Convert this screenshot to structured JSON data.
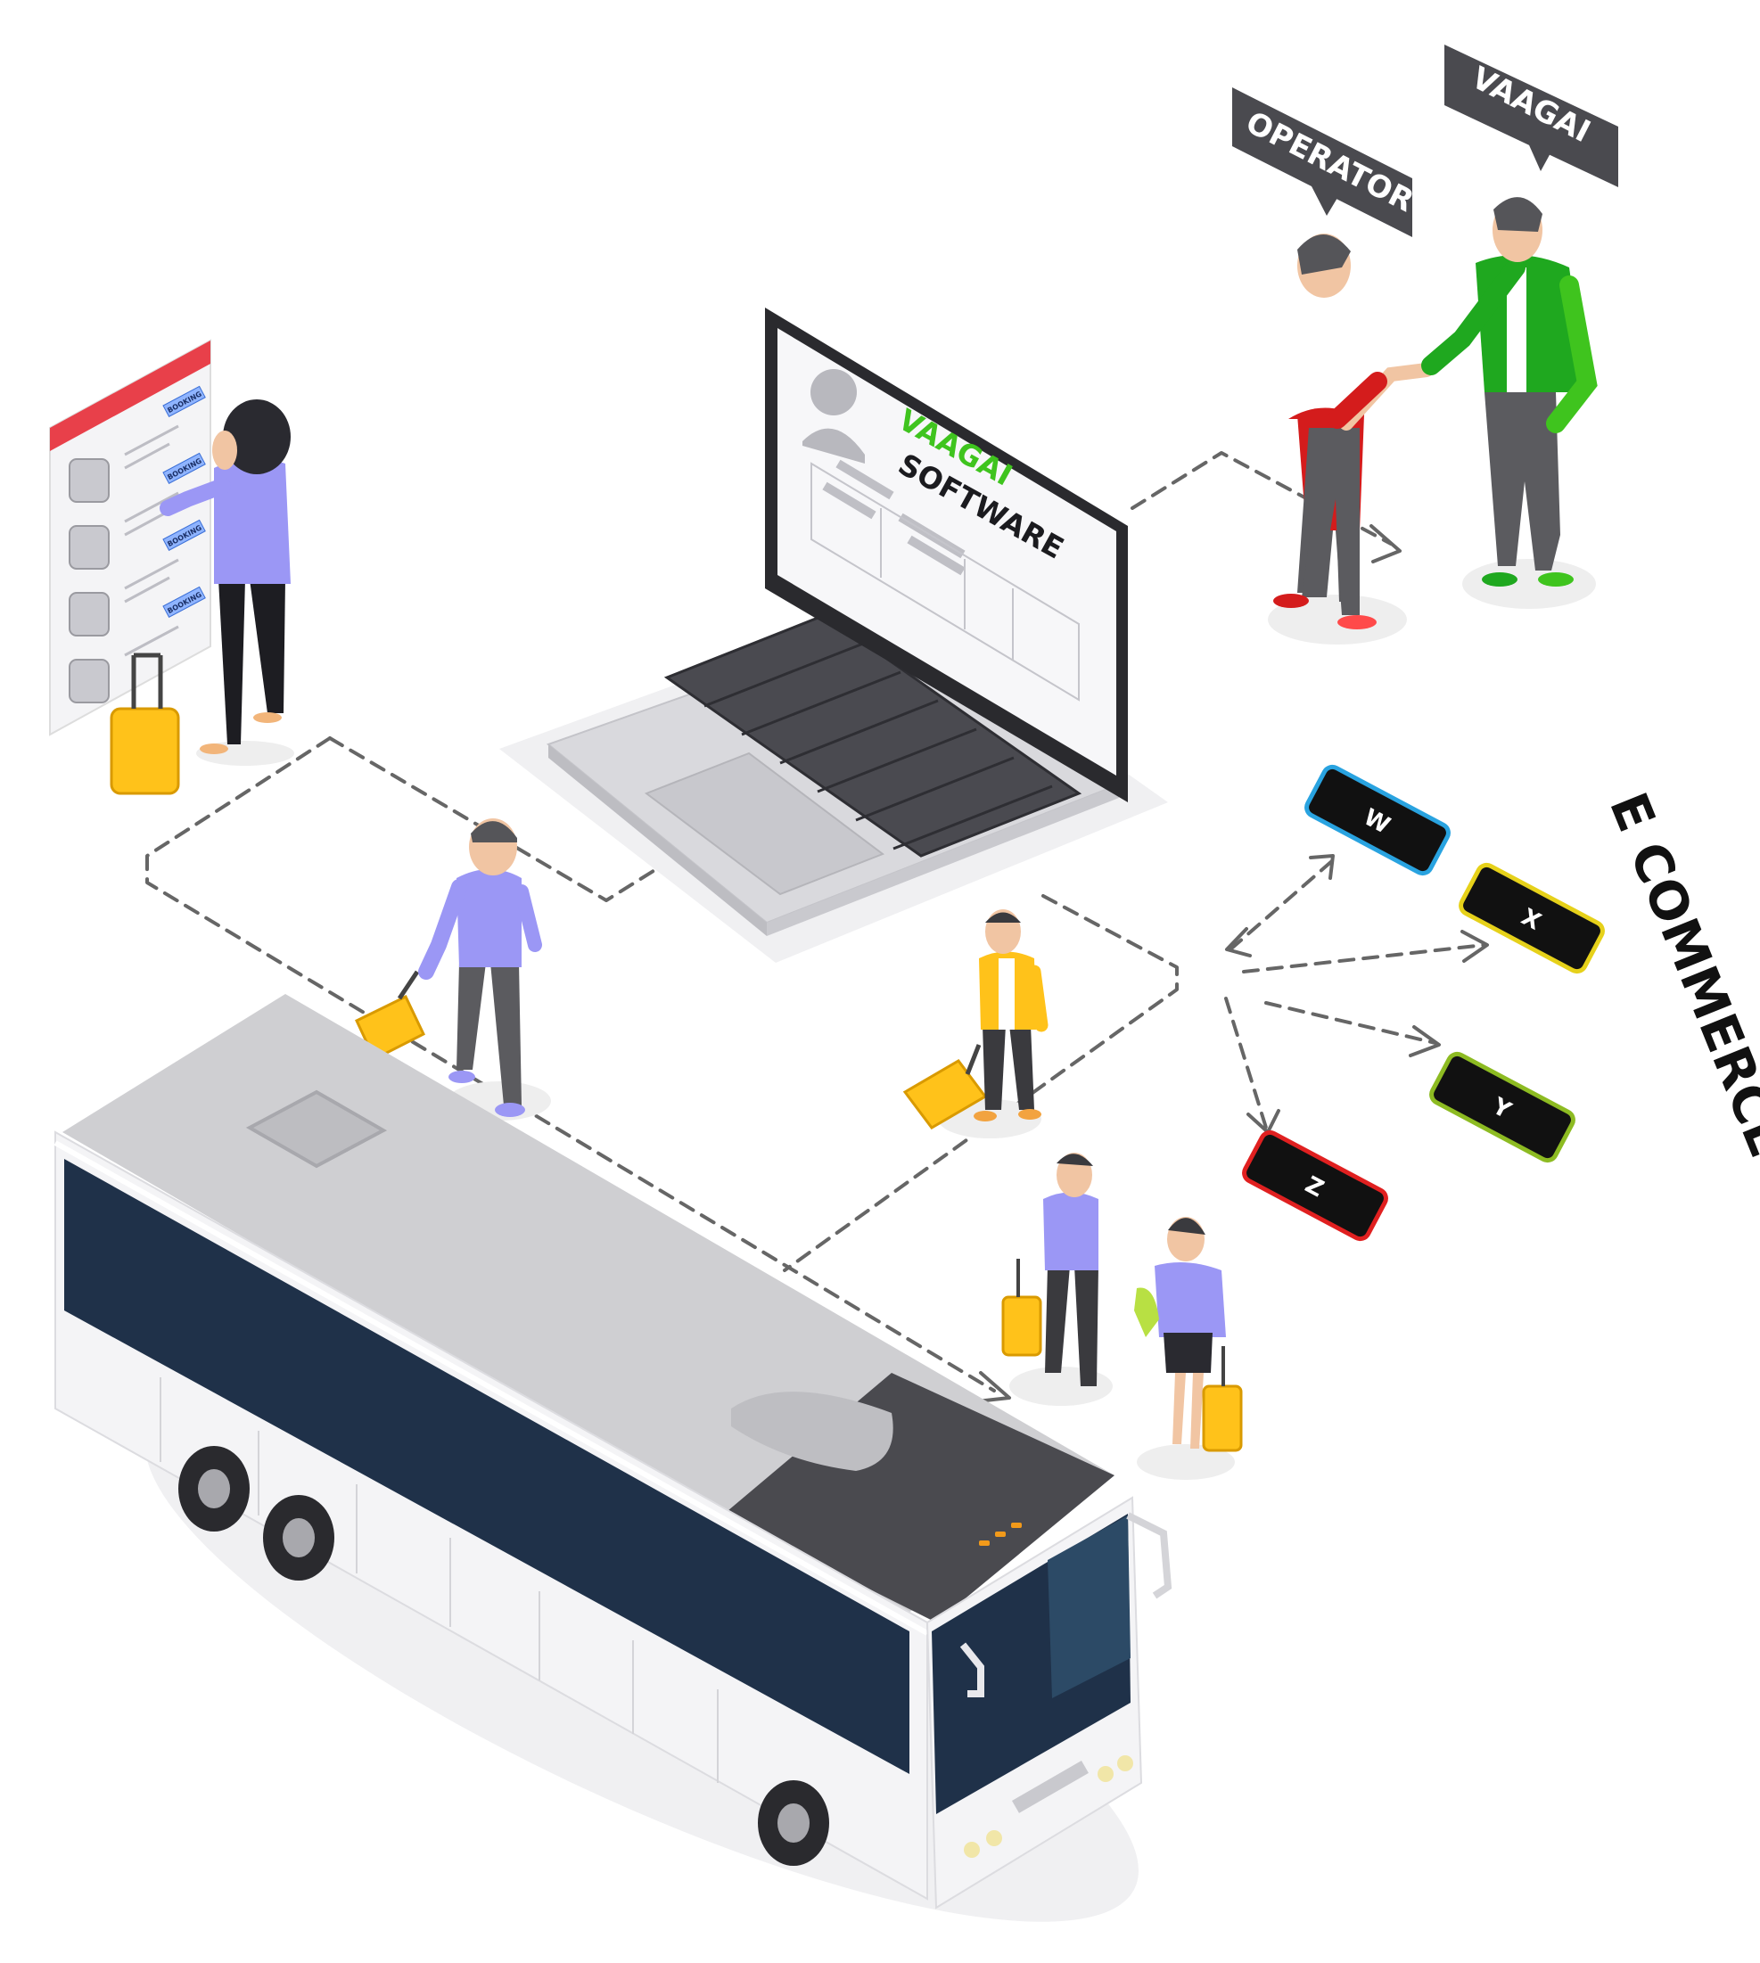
{
  "board": {
    "booking_labels": [
      "BOOKING",
      "BOOKING",
      "BOOKING",
      "BOOKING"
    ]
  },
  "laptop": {
    "screen_title_line1": "VAAGAI",
    "screen_title_line2": "SOFTWARE"
  },
  "people": {
    "operator_tag": "OPERATOR",
    "vaagai_tag": "VAAGAI"
  },
  "ecommerce": {
    "heading": "E COMMERCE",
    "phones": [
      {
        "label": "W",
        "color": "#29a3e0"
      },
      {
        "label": "X",
        "color": "#e6d11a"
      },
      {
        "label": "Y",
        "color": "#8dbb22"
      },
      {
        "label": "Z",
        "color": "#e02020"
      }
    ]
  },
  "colors": {
    "accent_green": "#3fc41e",
    "operator_red": "#d41c1c",
    "board_red": "#e8404a",
    "passenger_lilac": "#9b97f5",
    "luggage_yellow": "#ffc21a",
    "bus_window": "#1f3149"
  }
}
